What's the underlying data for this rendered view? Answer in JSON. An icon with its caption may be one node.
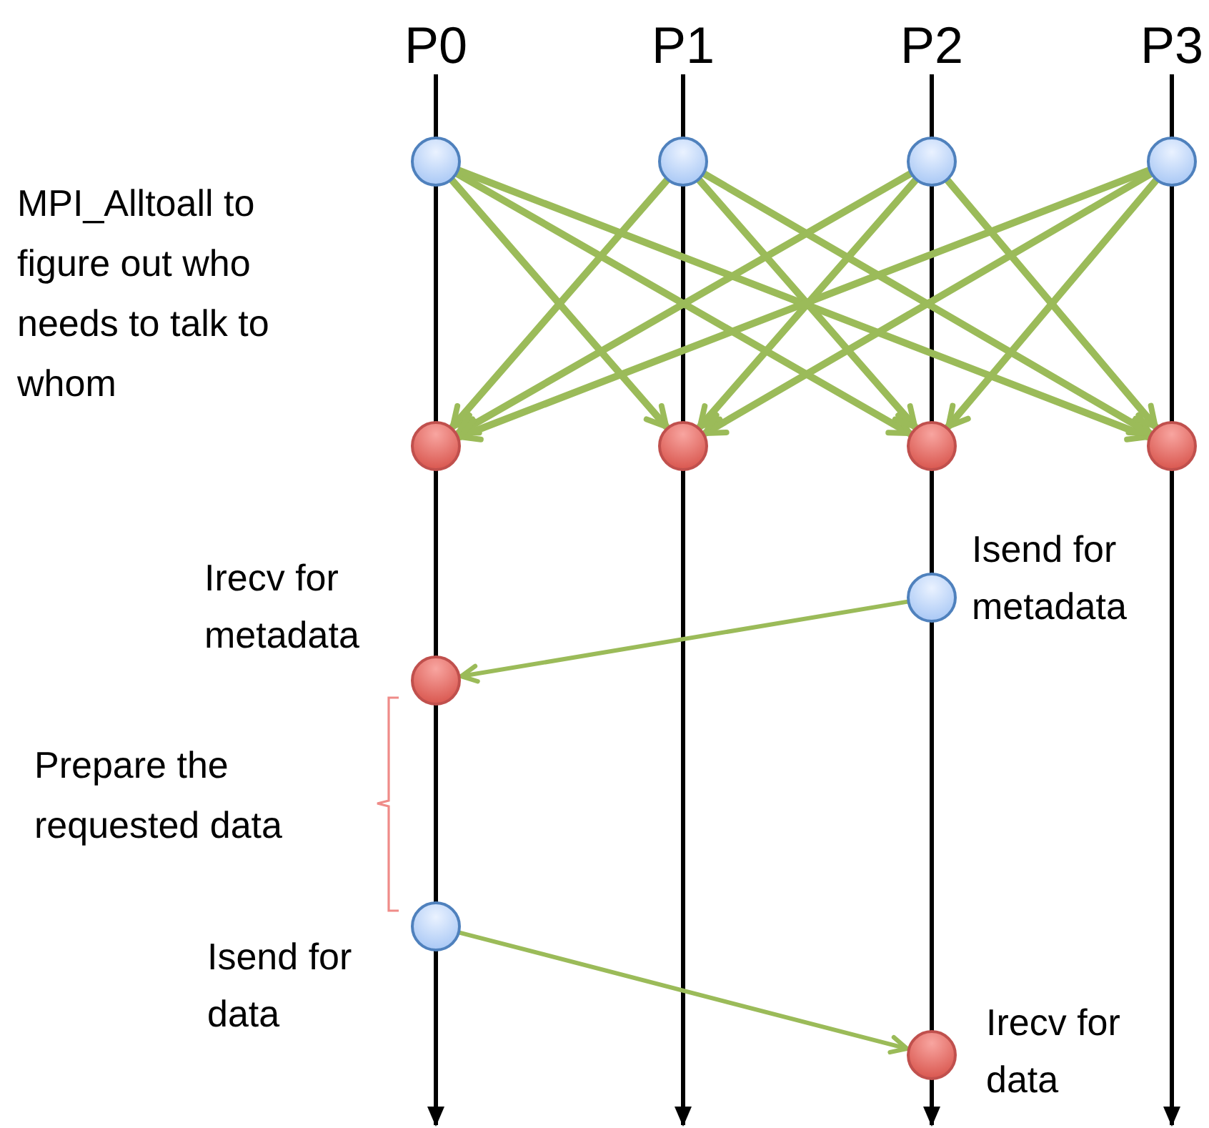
{
  "diagram": {
    "nodes": [
      {
        "text": [],
        "shape": "circle"
      },
      {
        "text": [],
        "shape": "circle"
      },
      {
        "text": [],
        "shape": "circle"
      },
      {
        "text": [],
        "shape": "circle"
      },
      {
        "text": [],
        "shape": "circle"
      },
      {
        "text": [],
        "shape": "circle"
      },
      {
        "text": [],
        "shape": "circle"
      },
      {
        "text": [],
        "shape": "circle"
      },
      {
        "text": [],
        "shape": "circle",
        "beside": [
          "Isend for metadata"
        ]
      },
      {
        "text": [],
        "shape": "circle",
        "beside": [
          "Irecv for metadata"
        ]
      },
      {
        "text": [],
        "shape": "circle",
        "beside": [
          "Isend for data"
        ]
      },
      {
        "text": [],
        "shape": "circle",
        "beside": [
          "Irecv for data"
        ]
      }
    ],
    "edges": [
      {
        "from": 0,
        "to": 5,
        "arrow": "to"
      },
      {
        "from": 0,
        "to": 6,
        "arrow": "to"
      },
      {
        "from": 0,
        "to": 7,
        "arrow": "to"
      },
      {
        "from": 1,
        "to": 4,
        "arrow": "to"
      },
      {
        "from": 1,
        "to": 6,
        "arrow": "to"
      },
      {
        "from": 1,
        "to": 7,
        "arrow": "to"
      },
      {
        "from": 2,
        "to": 4,
        "arrow": "to"
      },
      {
        "from": 2,
        "to": 5,
        "arrow": "to"
      },
      {
        "from": 2,
        "to": 7,
        "arrow": "to"
      },
      {
        "from": 3,
        "to": 4,
        "arrow": "to"
      },
      {
        "from": 3,
        "to": 5,
        "arrow": "to"
      },
      {
        "from": 3,
        "to": 6,
        "arrow": "to"
      },
      {
        "from": 8,
        "to": 9,
        "arrow": "to"
      },
      {
        "from": 10,
        "to": 11,
        "arrow": "to"
      }
    ],
    "labels": [
      "P0",
      "P1",
      "P2",
      "P3",
      "MPI_Alltoall to figure out who needs to talk to whom",
      "Prepare the requested data"
    ]
  }
}
